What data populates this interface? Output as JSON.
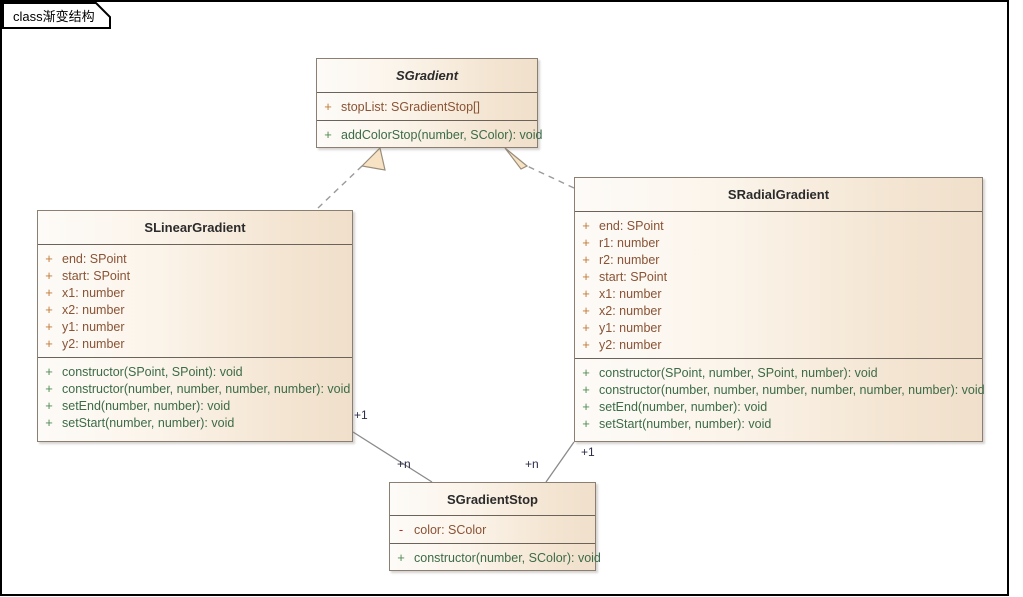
{
  "frame": {
    "keyword": "class",
    "name": "渐变结构",
    "label": "class渐变结构"
  },
  "colors": {
    "box_border": "#8a7f72",
    "box_fill_light": "#fdfbf8",
    "box_fill_dark": "#efdfcb",
    "attribute_text": "#8a5335",
    "attribute_visibility": "#c07a36",
    "private_visibility": "#b03030",
    "operation_text": "#3c6b47",
    "operation_visibility": "#4e8c53",
    "connector": "#8a8a8a",
    "arrowhead_fill": "#f5e0c0",
    "multiplicity_text": "#2b2b4a",
    "frame_border": "#000000",
    "background": "#ffffff"
  },
  "classes": [
    {
      "id": "sgradient",
      "name": "SGradient",
      "abstract": true,
      "attributes": [
        {
          "visibility": "+",
          "signature": "stopList: SGradientStop[]"
        }
      ],
      "operations": [
        {
          "visibility": "+",
          "signature": "addColorStop(number, SColor): void"
        }
      ]
    },
    {
      "id": "slineargradient",
      "name": "SLinearGradient",
      "abstract": false,
      "attributes": [
        {
          "visibility": "+",
          "signature": "end: SPoint"
        },
        {
          "visibility": "+",
          "signature": "start: SPoint"
        },
        {
          "visibility": "+",
          "signature": "x1: number"
        },
        {
          "visibility": "+",
          "signature": "x2: number"
        },
        {
          "visibility": "+",
          "signature": "y1: number"
        },
        {
          "visibility": "+",
          "signature": "y2: number"
        }
      ],
      "operations": [
        {
          "visibility": "+",
          "signature": "constructor(SPoint, SPoint): void"
        },
        {
          "visibility": "+",
          "signature": "constructor(number, number, number, number): void"
        },
        {
          "visibility": "+",
          "signature": "setEnd(number, number): void"
        },
        {
          "visibility": "+",
          "signature": "setStart(number, number): void"
        }
      ]
    },
    {
      "id": "sradialgradient",
      "name": "SRadialGradient",
      "abstract": false,
      "attributes": [
        {
          "visibility": "+",
          "signature": "end: SPoint"
        },
        {
          "visibility": "+",
          "signature": "r1: number"
        },
        {
          "visibility": "+",
          "signature": "r2: number"
        },
        {
          "visibility": "+",
          "signature": "start: SPoint"
        },
        {
          "visibility": "+",
          "signature": "x1: number"
        },
        {
          "visibility": "+",
          "signature": "x2: number"
        },
        {
          "visibility": "+",
          "signature": "y1: number"
        },
        {
          "visibility": "+",
          "signature": "y2: number"
        }
      ],
      "operations": [
        {
          "visibility": "+",
          "signature": "constructor(SPoint, number, SPoint, number): void"
        },
        {
          "visibility": "+",
          "signature": "constructor(number, number, number, number, number, number): void"
        },
        {
          "visibility": "+",
          "signature": "setEnd(number, number): void"
        },
        {
          "visibility": "+",
          "signature": "setStart(number, number): void"
        }
      ]
    },
    {
      "id": "sgradientstop",
      "name": "SGradientStop",
      "abstract": false,
      "attributes": [
        {
          "visibility": "-",
          "signature": "color: SColor"
        }
      ],
      "operations": [
        {
          "visibility": "+",
          "signature": "constructor(number, SColor): void"
        }
      ]
    }
  ],
  "relationships": [
    {
      "id": "rel-linear-generalization",
      "type": "realization",
      "from": "SLinearGradient",
      "to": "SGradient",
      "style": "dashed-hollow-triangle"
    },
    {
      "id": "rel-radial-generalization",
      "type": "realization",
      "from": "SRadialGradient",
      "to": "SGradient",
      "style": "dashed-hollow-triangle"
    },
    {
      "id": "rel-linear-stop",
      "type": "association",
      "from": "SLinearGradient",
      "to": "SGradientStop",
      "source_multiplicity": "+1",
      "target_multiplicity": "+n",
      "style": "solid"
    },
    {
      "id": "rel-radial-stop",
      "type": "association",
      "from": "SRadialGradient",
      "to": "SGradientStop",
      "source_multiplicity": "+1",
      "target_multiplicity": "+n",
      "style": "solid"
    }
  ],
  "multiplicity_labels": [
    {
      "id": "mult-linear-1",
      "text": "+1"
    },
    {
      "id": "mult-linear-n",
      "text": "+n"
    },
    {
      "id": "mult-radial-n",
      "text": "+n"
    },
    {
      "id": "mult-radial-1",
      "text": "+1"
    }
  ]
}
